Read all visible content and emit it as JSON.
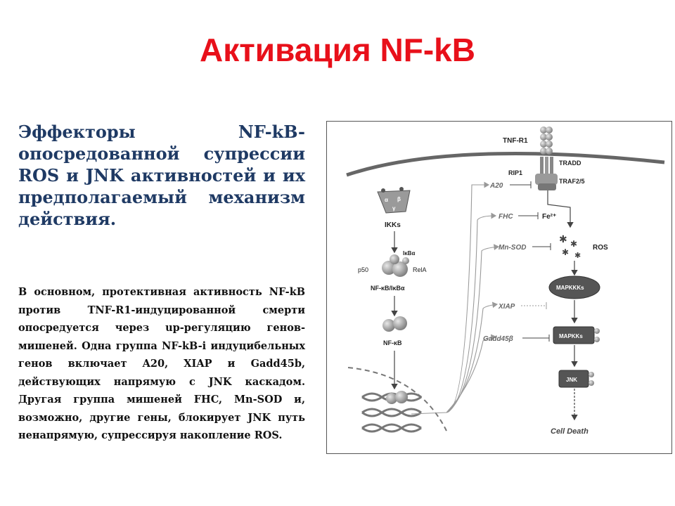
{
  "slide": {
    "title": "Активация NF-kB",
    "heading": "Эффекторы NF-kB-опосредованной супрессии ROS и JNK активностей и их предполагаемый механизм действия.",
    "body": "В основном, протективная активность NF-kB против TNF-R1-индуцированной смерти опосредуется через up-регуляцию генов-мишеней. Одна группа NF-kB-i индуцибельных генов включает A20, XIAP и Gadd45b, действующих напрямую с JNK каскадом. Другая группа мишеней FHC, Mn-SOD и, возможно, другие гены, блокирует JNK путь ненапрямую, супрессируя накопление ROS."
  },
  "diagram": {
    "labels": {
      "tnfr1": "TNF-R1",
      "tradd": "TRADD",
      "rip1": "RIP1",
      "traf": "TRAF2/5",
      "alpha": "α",
      "beta": "β",
      "gamma": "γ",
      "ikks": "IKKs",
      "ikba": "IκBα",
      "p50": "p50",
      "rela": "RelA",
      "nfkb_ikba": "NF-κB/IκBα",
      "nfkb": "NF-κB",
      "a20": "A20",
      "fhc": "FHC",
      "fe": "Fe²⁺",
      "mnsod": "Mn-SOD",
      "ros": "ROS",
      "mapkkks": "MAPKKKs",
      "xiap": "XIAP",
      "gadd45b": "Gadd45β",
      "mapkks": "MAPKKs",
      "jnk": "JNK",
      "cell_death": "Cell Death"
    }
  }
}
